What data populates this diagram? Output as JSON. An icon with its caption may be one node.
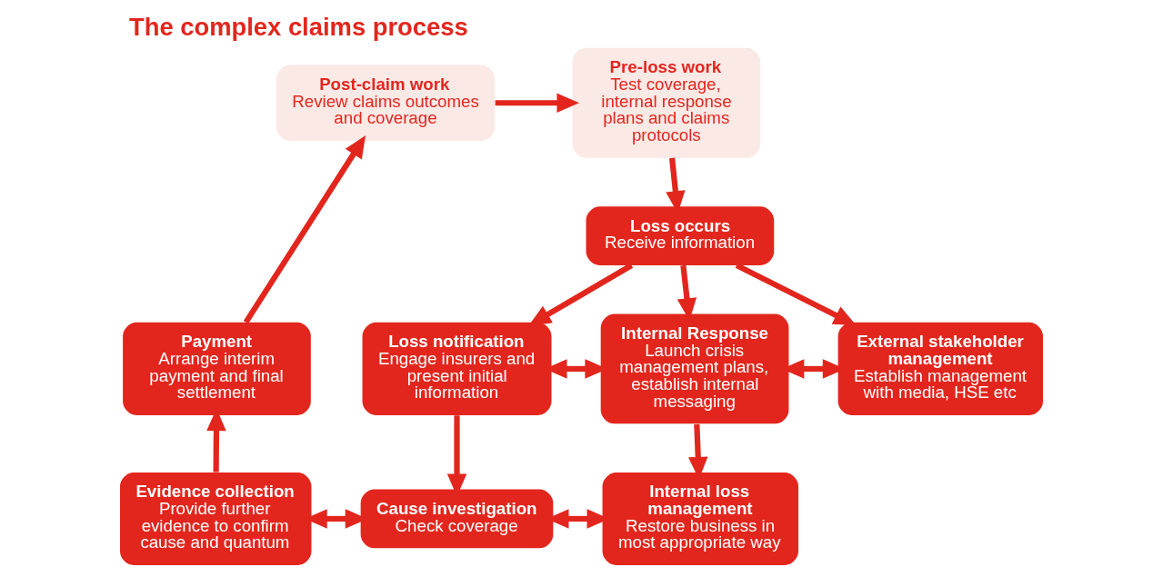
{
  "diagram": {
    "title": "The complex claims process",
    "nodes": [
      {
        "text": [
          "Post-claim work",
          "Review claims outcomes and coverage"
        ]
      },
      {
        "text": [
          "Pre-loss work",
          "Test coverage, internal response plans and claims protocols"
        ]
      },
      {
        "text": [
          "Loss occurs",
          "Receive information"
        ]
      },
      {
        "text": [
          "Loss notification",
          "Engage insurers and present initial information"
        ]
      },
      {
        "text": [
          "Internal Response",
          "Launch crisis management plans, establish internal messaging"
        ]
      },
      {
        "text": [
          "External stakeholder management",
          "Establish management with media, HSE etc"
        ]
      },
      {
        "text": [
          "Payment",
          "Arrange interim payment and final settlement"
        ]
      },
      {
        "text": [
          "Evidence collection",
          "Provide further evidence to confirm cause and quantum"
        ]
      },
      {
        "text": [
          "Cause investigation",
          "Check coverage"
        ]
      },
      {
        "text": [
          "Internal loss management",
          "Restore business in most appropriate way"
        ]
      }
    ],
    "edges": [
      {
        "from": 0,
        "to": 1,
        "arrow": "to"
      },
      {
        "from": 1,
        "to": 2,
        "arrow": "to"
      },
      {
        "from": 2,
        "to": 3,
        "arrow": "to"
      },
      {
        "from": 2,
        "to": 4,
        "arrow": "to"
      },
      {
        "from": 2,
        "to": 5,
        "arrow": "to"
      },
      {
        "from": 3,
        "to": 4,
        "arrow": "both"
      },
      {
        "from": 4,
        "to": 5,
        "arrow": "both"
      },
      {
        "from": 4,
        "to": 9,
        "arrow": "to"
      },
      {
        "from": 3,
        "to": 8,
        "arrow": "to"
      },
      {
        "from": 8,
        "to": 9,
        "arrow": "both"
      },
      {
        "from": 7,
        "to": 8,
        "arrow": "both"
      },
      {
        "from": 7,
        "to": 6,
        "arrow": "to"
      },
      {
        "from": 6,
        "to": 0,
        "arrow": "to"
      }
    ]
  }
}
